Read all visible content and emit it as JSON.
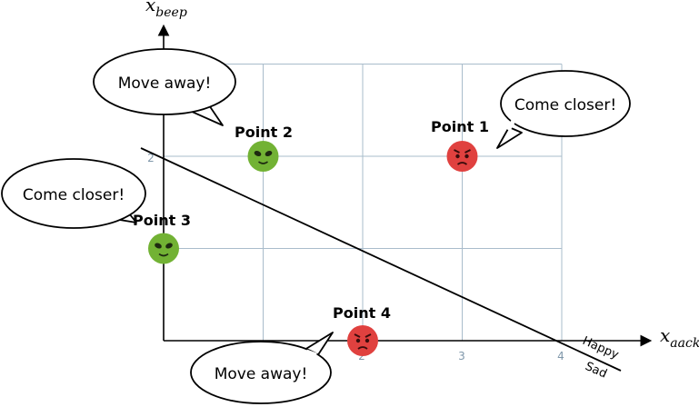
{
  "axes": {
    "x_label_main": "x",
    "x_label_sub": "aack",
    "y_label_main": "x",
    "y_label_sub": "beep",
    "x_ticks": [
      "2",
      "3",
      "4"
    ],
    "y_ticks": [
      "2"
    ]
  },
  "boundary": {
    "happy_label": "Happy",
    "sad_label": "Sad"
  },
  "points": [
    {
      "id": "1",
      "label": "Point 1",
      "mood": "angry",
      "x": 3,
      "y": 2
    },
    {
      "id": "2",
      "label": "Point 2",
      "mood": "happy",
      "x": 1,
      "y": 2
    },
    {
      "id": "3",
      "label": "Point 3",
      "mood": "happy",
      "x": 0,
      "y": 1
    },
    {
      "id": "4",
      "label": "Point 4",
      "mood": "angry",
      "x": 2,
      "y": 0
    }
  ],
  "bubbles": [
    {
      "id": "1",
      "text": "Come closer!"
    },
    {
      "id": "2",
      "text": "Move away!"
    },
    {
      "id": "3",
      "text": "Come closer!"
    },
    {
      "id": "4",
      "text": "Move away!"
    }
  ],
  "colors": {
    "grid": "#a9bccb",
    "tick": "#7f97aa",
    "axis": "#000000",
    "happy_face": "#72b234",
    "angry_face": "#e0413f"
  }
}
